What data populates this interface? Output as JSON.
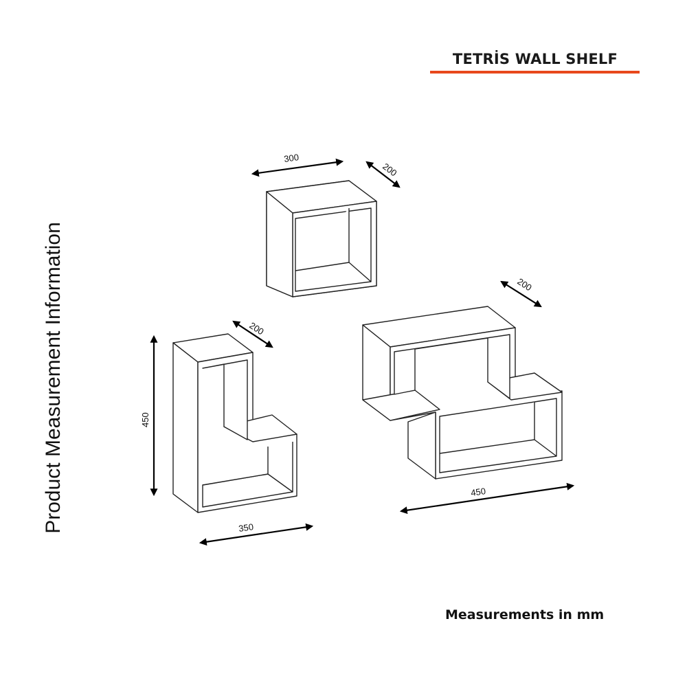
{
  "header": {
    "title": "TETRİS WALL SHELF",
    "accent_color": "#e8481c"
  },
  "side_label": "Product Measurement Information",
  "footnote": "Measurements in mm",
  "dimensions": {
    "cube_width": "300",
    "cube_depth": "200",
    "l_shelf_depth": "200",
    "l_shelf_height": "450",
    "l_shelf_width": "350",
    "z_shelf_depth": "200",
    "z_shelf_width": "450"
  }
}
